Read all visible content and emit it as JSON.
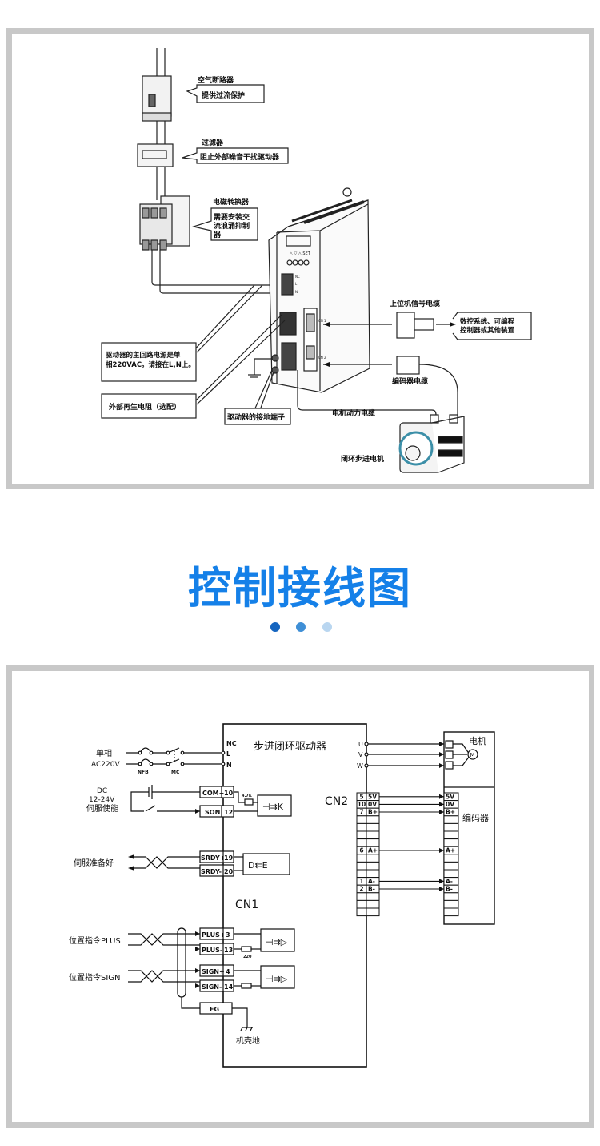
{
  "top_diagram": {
    "labels": {
      "air_breaker_title": "空气断路器",
      "air_breaker_note": "提供过流保护",
      "filter_title": "过滤器",
      "filter_note": "阻止外部噪音干扰驱动器",
      "contactor_title": "电磁转换器",
      "contactor_note": [
        "需要安装交",
        "流浪涌抑制",
        "器"
      ],
      "host_cable": "上位机信号电缆",
      "host_device": [
        "数控系统、可编程",
        "控制器或其他装置"
      ],
      "encoder_cable": "编码器电缆",
      "main_power_note": [
        "驱动器的主回路电源是单",
        "相220VAC。请接在L,N上。"
      ],
      "regen_resistor": "外部再生电阻（选配）",
      "ground_terminal": "驱动器的接地端子",
      "motor_power_cable": "电机动力电缆",
      "motor": "闭环步进电机",
      "terminal_labels": [
        "NC",
        "L",
        "N"
      ],
      "cn_labels": [
        "CN 1",
        "CN 2"
      ],
      "panel_buttons": [
        "△",
        "▽",
        "△",
        "SET"
      ]
    }
  },
  "section": {
    "title": "控制接线图",
    "dots": [
      "#1565c0",
      "#3f8fd6",
      "#b9d6f0"
    ]
  },
  "wiring": {
    "driver_title": "步进闭环驱动器",
    "power": {
      "label": [
        "单相",
        "AC220V"
      ],
      "nfb": "NFB",
      "mc": "MC",
      "terminals": [
        "NC",
        "L",
        "N"
      ]
    },
    "enable": {
      "label": [
        "DC",
        "12-24V",
        "伺服使能"
      ],
      "resistor": "4.7K",
      "pins": [
        {
          "name": "COM+",
          "num": "10"
        },
        {
          "name": "SON",
          "num": "12"
        }
      ]
    },
    "ready": {
      "label": "伺服准备好",
      "pins": [
        {
          "name": "SRDY+",
          "num": "19"
        },
        {
          "name": "SRDY-",
          "num": "20"
        }
      ]
    },
    "cn1_label": "CN1",
    "cn2_label": "CN2",
    "pulse": {
      "label": "位置指令PLUS",
      "resistor": "220",
      "pins": [
        {
          "name": "PLUS+",
          "num": "3"
        },
        {
          "name": "PLUS-",
          "num": "13"
        }
      ]
    },
    "sign": {
      "label": "位置指令SIGN",
      "pins": [
        {
          "name": "SIGN+",
          "num": "4"
        },
        {
          "name": "SIGN-",
          "num": "14"
        }
      ]
    },
    "fg": "FG",
    "chassis_ground": "机壳地",
    "uvw": [
      "U",
      "V",
      "W"
    ],
    "motor_label": "电机",
    "motor_symbol": "M",
    "encoder_label": "编码器",
    "cn2_rows": [
      {
        "num": "5",
        "sig": "5V"
      },
      {
        "num": "10",
        "sig": "0V"
      },
      {
        "num": "7",
        "sig": "B+"
      },
      {
        "num": "",
        "sig": ""
      },
      {
        "num": "",
        "sig": ""
      },
      {
        "num": "",
        "sig": ""
      },
      {
        "num": "",
        "sig": ""
      },
      {
        "num": "6",
        "sig": "A+"
      },
      {
        "num": "",
        "sig": ""
      },
      {
        "num": "",
        "sig": ""
      },
      {
        "num": "",
        "sig": ""
      },
      {
        "num": "1",
        "sig": "A-"
      },
      {
        "num": "2",
        "sig": "B-"
      },
      {
        "num": "",
        "sig": ""
      },
      {
        "num": "",
        "sig": ""
      },
      {
        "num": "",
        "sig": ""
      }
    ]
  }
}
